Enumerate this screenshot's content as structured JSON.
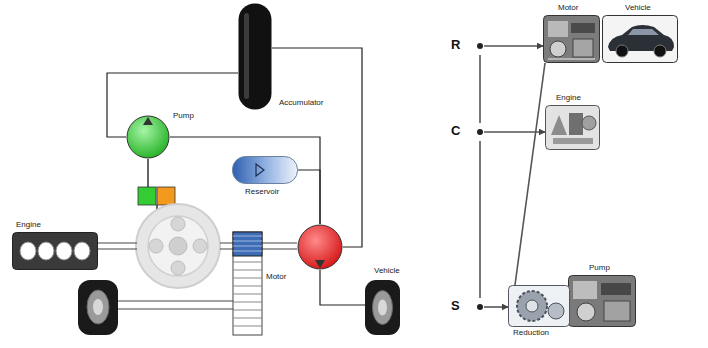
{
  "diagram": {
    "nodes": [
      {
        "text": [
          "Accumulator"
        ]
      },
      {
        "text": [
          "Pump"
        ]
      },
      {
        "text": [
          "Reservoir"
        ]
      },
      {
        "text": [
          "Engine"
        ]
      },
      {
        "text": [
          "Motor"
        ]
      },
      {
        "text": [
          "Vehicle"
        ]
      },
      {
        "text": [
          "R"
        ]
      },
      {
        "text": [
          "Motor"
        ]
      },
      {
        "text": [
          "Vehicle"
        ]
      },
      {
        "text": [
          "C"
        ]
      },
      {
        "text": [
          "Engine"
        ]
      },
      {
        "text": [
          "Pump"
        ]
      },
      {
        "text": [
          "S"
        ]
      },
      {
        "text": [
          "Reduction"
        ]
      }
    ],
    "edges": [
      {
        "from": 0,
        "to": 1,
        "arrow": "none"
      },
      {
        "from": 0,
        "to": 4,
        "arrow": "none"
      },
      {
        "from": 1,
        "to": 4,
        "arrow": "none"
      },
      {
        "from": 2,
        "to": 4,
        "arrow": "none"
      },
      {
        "from": 4,
        "to": 5,
        "arrow": "none"
      },
      {
        "from": 6,
        "to": 7,
        "arrow": "to"
      },
      {
        "from": 9,
        "to": 10,
        "arrow": "to"
      },
      {
        "from": 12,
        "to": 13,
        "arrow": "to"
      },
      {
        "from": 6,
        "to": 9,
        "arrow": "none"
      },
      {
        "from": 9,
        "to": 12,
        "arrow": "none"
      },
      {
        "from": 13,
        "to": 7,
        "arrow": "none"
      }
    ]
  }
}
